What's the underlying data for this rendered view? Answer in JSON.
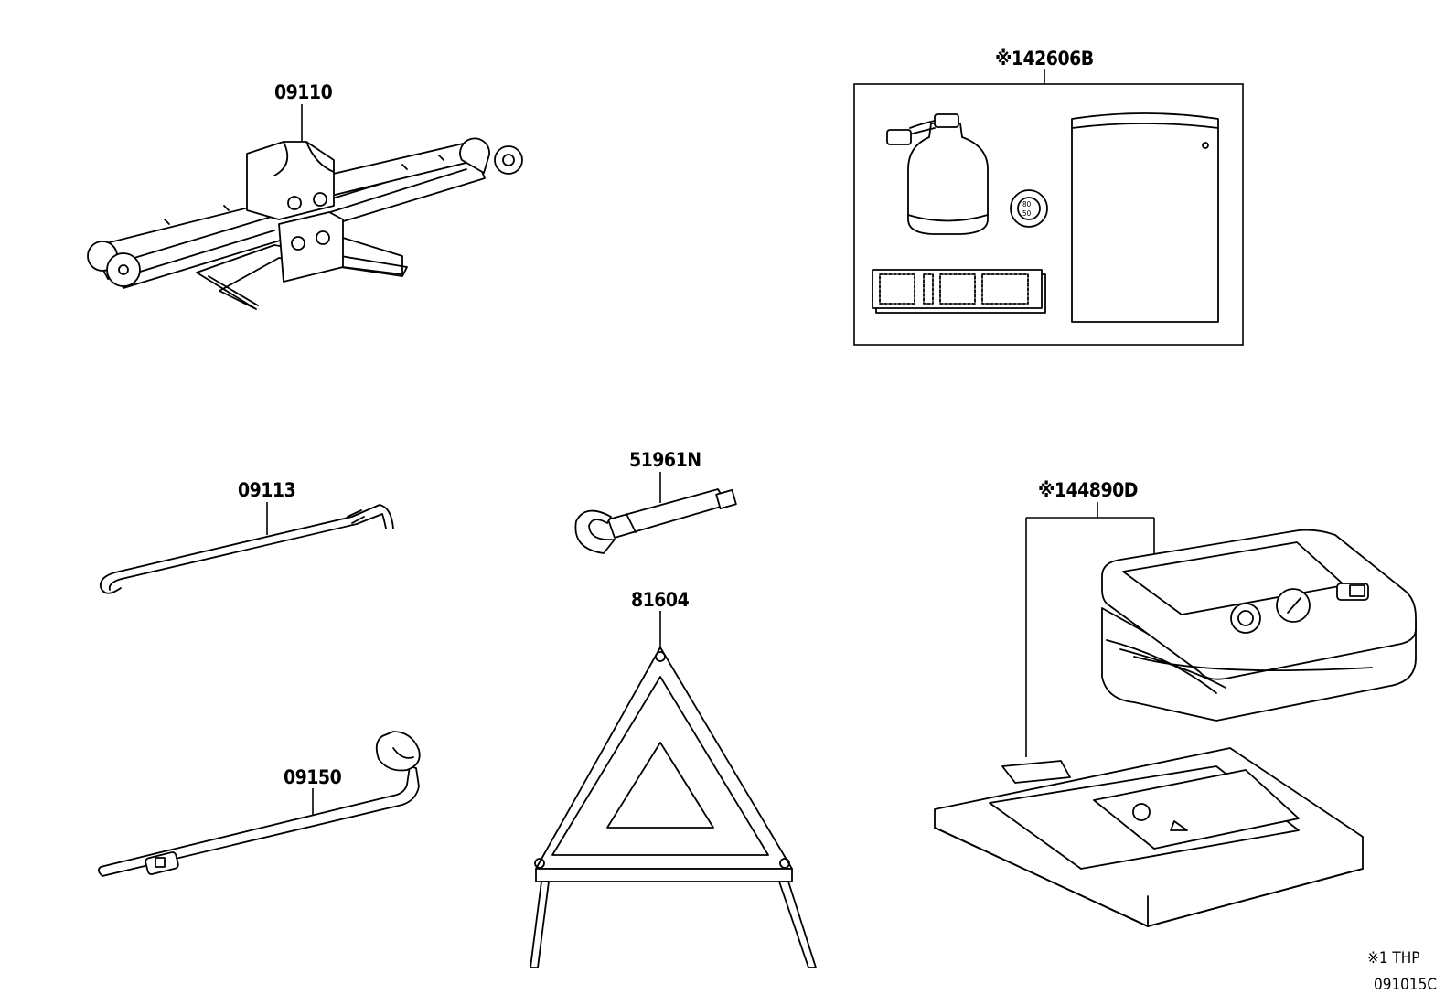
{
  "parts": {
    "jack": "09110",
    "repair_kit": "※142606B",
    "handle": "09113",
    "towing_eye": "51961N",
    "warning_triangle": "81604",
    "compressor_kit": "※144890D",
    "wrench": "09150"
  },
  "gauge_text": {
    "top": "80",
    "bottom": "50"
  },
  "footnote": "※1 THP",
  "diagram_code": "091015C"
}
